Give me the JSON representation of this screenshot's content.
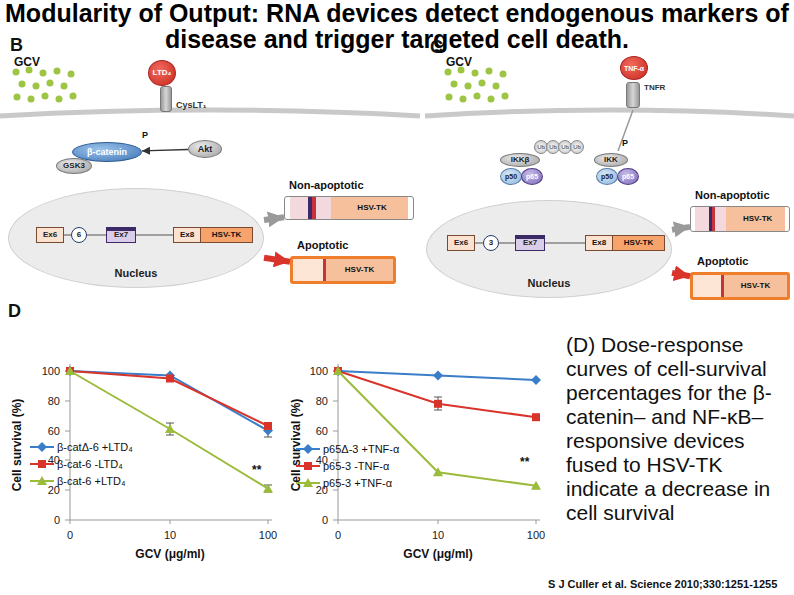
{
  "diagram": {
    "title": "Modularity of Output: RNA devices detect endogenous markers of disease and trigger targeted cell death.",
    "caption": "(D) Dose-response curves of cell-survival percentages for the β-catenin– and NF-κB–responsive devices fused to HSV-TK indicate a decrease in cell survival",
    "nodes": [
      {
        "text": [
          "LTD₄"
        ]
      },
      {
        "text": [
          "CysLT₁"
        ]
      },
      {
        "text": [
          "β-catenin"
        ]
      },
      {
        "text": [
          "Akt"
        ]
      },
      {
        "text": [
          "GSK3"
        ]
      },
      {
        "text": [
          "Nucleus"
        ]
      },
      {
        "text": [
          "Ex6"
        ],
        "in": 5
      },
      {
        "text": [
          "6"
        ],
        "in": 5
      },
      {
        "text": [
          "Ex7"
        ],
        "in": 5
      },
      {
        "text": [
          "Ex8",
          "HSV-TK"
        ],
        "in": 5
      },
      {
        "text": [
          "Non-apoptotic",
          "HSV-TK"
        ]
      },
      {
        "text": [
          "Apoptotic",
          "HSV-TK"
        ]
      },
      {
        "text": [
          "TNF-α"
        ]
      },
      {
        "text": [
          "TNFR"
        ]
      },
      {
        "text": [
          "Ub"
        ]
      },
      {
        "text": [
          "Ub"
        ]
      },
      {
        "text": [
          "Ub"
        ]
      },
      {
        "text": [
          "Ub"
        ]
      },
      {
        "text": [
          "IKKβ"
        ]
      },
      {
        "text": [
          "IKK"
        ]
      },
      {
        "text": [
          "p50"
        ]
      },
      {
        "text": [
          "p65"
        ]
      },
      {
        "text": [
          "p50"
        ]
      },
      {
        "text": [
          "p65"
        ]
      },
      {
        "text": [
          "Nucleus"
        ]
      },
      {
        "text": [
          "Ex6"
        ],
        "in": 24
      },
      {
        "text": [
          "3"
        ],
        "in": 24
      },
      {
        "text": [
          "Ex7"
        ],
        "in": 24
      },
      {
        "text": [
          "Ex8",
          "HSV-TK"
        ],
        "in": 24
      },
      {
        "text": [
          "Non-apoptotic",
          "HSV-TK"
        ]
      },
      {
        "text": [
          "Apoptotic",
          "HSV-TK"
        ]
      }
    ],
    "edges": [
      {
        "from": 3,
        "to": 2,
        "arrow": "to"
      },
      {
        "from": 6,
        "to": 7,
        "arrow": "none"
      },
      {
        "from": 7,
        "to": 8,
        "arrow": "none"
      },
      {
        "from": 8,
        "to": 9,
        "arrow": "none"
      },
      {
        "from": 5,
        "to": 10,
        "arrow": "to"
      },
      {
        "from": 5,
        "to": 11,
        "arrow": "to"
      },
      {
        "from": 25,
        "to": 26,
        "arrow": "none"
      },
      {
        "from": 26,
        "to": 27,
        "arrow": "none"
      },
      {
        "from": 27,
        "to": 28,
        "arrow": "none"
      },
      {
        "from": 24,
        "to": 29,
        "arrow": "to"
      },
      {
        "from": 24,
        "to": 30,
        "arrow": "to"
      }
    ],
    "labels": [
      "B",
      "GCV",
      "P",
      "C",
      "GCV",
      "P",
      "D",
      "100",
      "80",
      "60",
      "40",
      "20",
      "0",
      "0",
      "10",
      "100",
      "Cell survival (%)",
      "GCV (μg/ml)",
      "**",
      "100",
      "80",
      "60",
      "40",
      "20",
      "0",
      "0",
      "10",
      "100",
      "Cell survival (%)",
      "GCV (μg/ml)",
      "**",
      "S J Culler et al. Science 2010;330:1251-1255"
    ],
    "legend": [
      {
        "text": "β-catΔ-6 +LTD₄"
      },
      {
        "text": "β-cat-6 -LTD₄"
      },
      {
        "text": "β-cat-6 +LTD₄"
      },
      {
        "text": "p65Δ-3 +TNF-α"
      },
      {
        "text": "p65-3 -TNF-α"
      },
      {
        "text": "p65-3 +TNF-α"
      }
    ]
  }
}
